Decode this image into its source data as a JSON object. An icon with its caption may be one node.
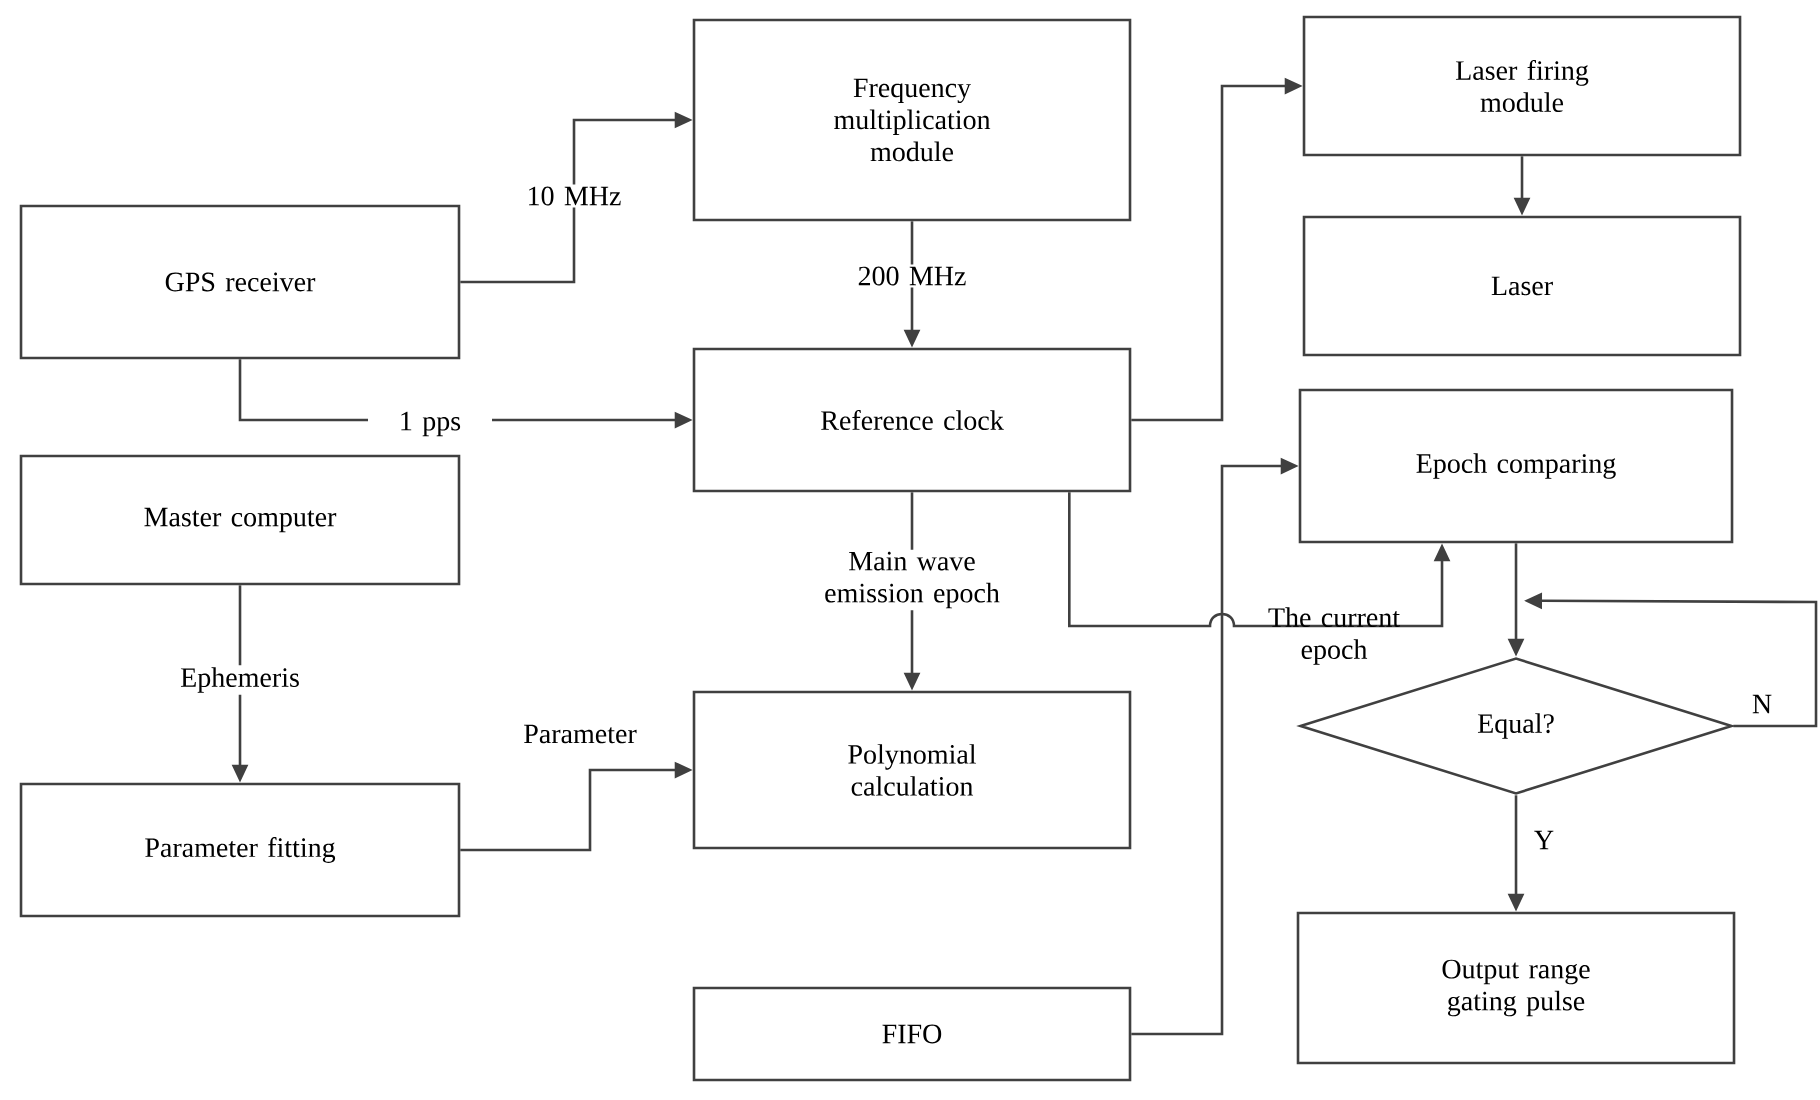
{
  "diagram": {
    "nodes": [
      {
        "text": [
          "GPS receiver"
        ]
      },
      {
        "text": [
          "Frequency multiplication module"
        ]
      },
      {
        "text": [
          "Reference clock"
        ]
      },
      {
        "text": [
          "Laser firing module"
        ]
      },
      {
        "text": [
          "Laser"
        ]
      },
      {
        "text": [
          "Epoch comparing"
        ]
      },
      {
        "text": [
          "Master computer"
        ]
      },
      {
        "text": [
          "Parameter fitting"
        ]
      },
      {
        "text": [
          "Polynomial calculation"
        ]
      },
      {
        "text": [
          "FIFO"
        ]
      },
      {
        "text": [
          "Equal?"
        ]
      },
      {
        "text": [
          "Output range gating pulse"
        ]
      }
    ],
    "edges": [
      {
        "from": 0,
        "to": 1,
        "arrow": "to",
        "label": "10 MHz"
      },
      {
        "from": 0,
        "to": 2,
        "arrow": "to",
        "label": "1 pps"
      },
      {
        "from": 1,
        "to": 2,
        "arrow": "to",
        "label": "200 MHz"
      },
      {
        "from": 2,
        "to": 3,
        "arrow": "to"
      },
      {
        "from": 3,
        "to": 4,
        "arrow": "to"
      },
      {
        "from": 2,
        "to": 8,
        "arrow": "to",
        "label": "Main wave emission epoch"
      },
      {
        "from": 2,
        "to": 5,
        "arrow": "to",
        "label": "The current epoch"
      },
      {
        "from": 9,
        "to": 5,
        "arrow": "to"
      },
      {
        "from": 5,
        "to": 10,
        "arrow": "to"
      },
      {
        "from": 10,
        "to": 11,
        "arrow": "to",
        "label": "Y"
      },
      {
        "from": 10,
        "to": 10,
        "arrow": "to",
        "label": "N"
      },
      {
        "from": 6,
        "to": 7,
        "arrow": "to",
        "label": "Ephemeris"
      },
      {
        "from": 7,
        "to": 8,
        "arrow": "to",
        "label": "Parameter"
      }
    ]
  }
}
